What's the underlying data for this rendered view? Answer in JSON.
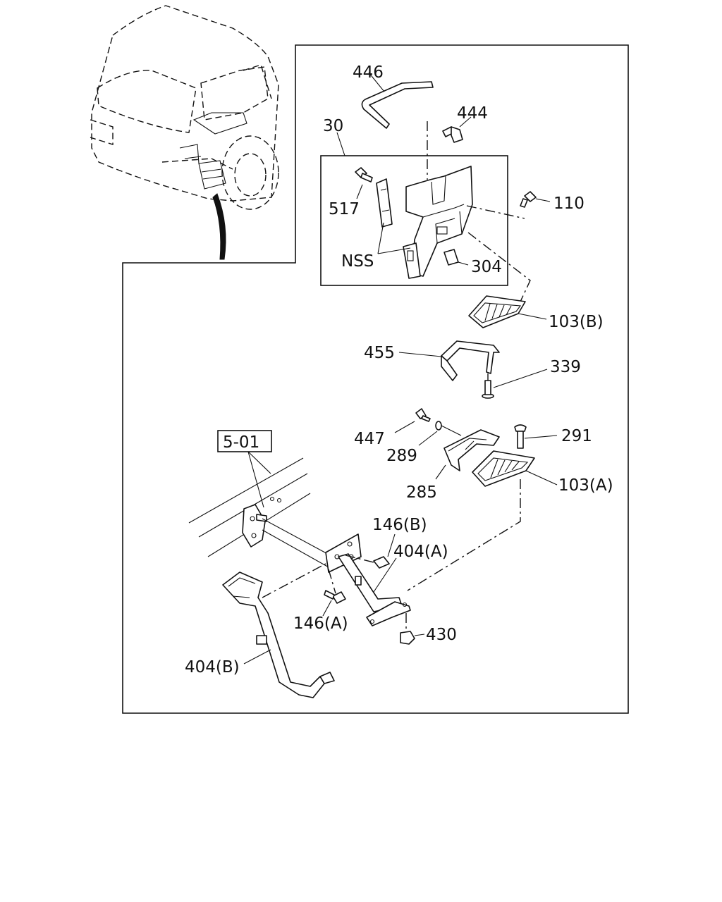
{
  "callouts": {
    "c446": "446",
    "c444": "444",
    "c30": "30",
    "c517": "517",
    "c110": "110",
    "cNSS": "NSS",
    "c304": "304",
    "c103b": "103(B)",
    "c455": "455",
    "c339": "339",
    "c447": "447",
    "c289": "289",
    "c291": "291",
    "c285": "285",
    "c103a": "103(A)",
    "c501": "5-01",
    "c146b": "146(B)",
    "c404a": "404(A)",
    "c146a": "146(A)",
    "c430": "430",
    "c404b": "404(B)"
  }
}
